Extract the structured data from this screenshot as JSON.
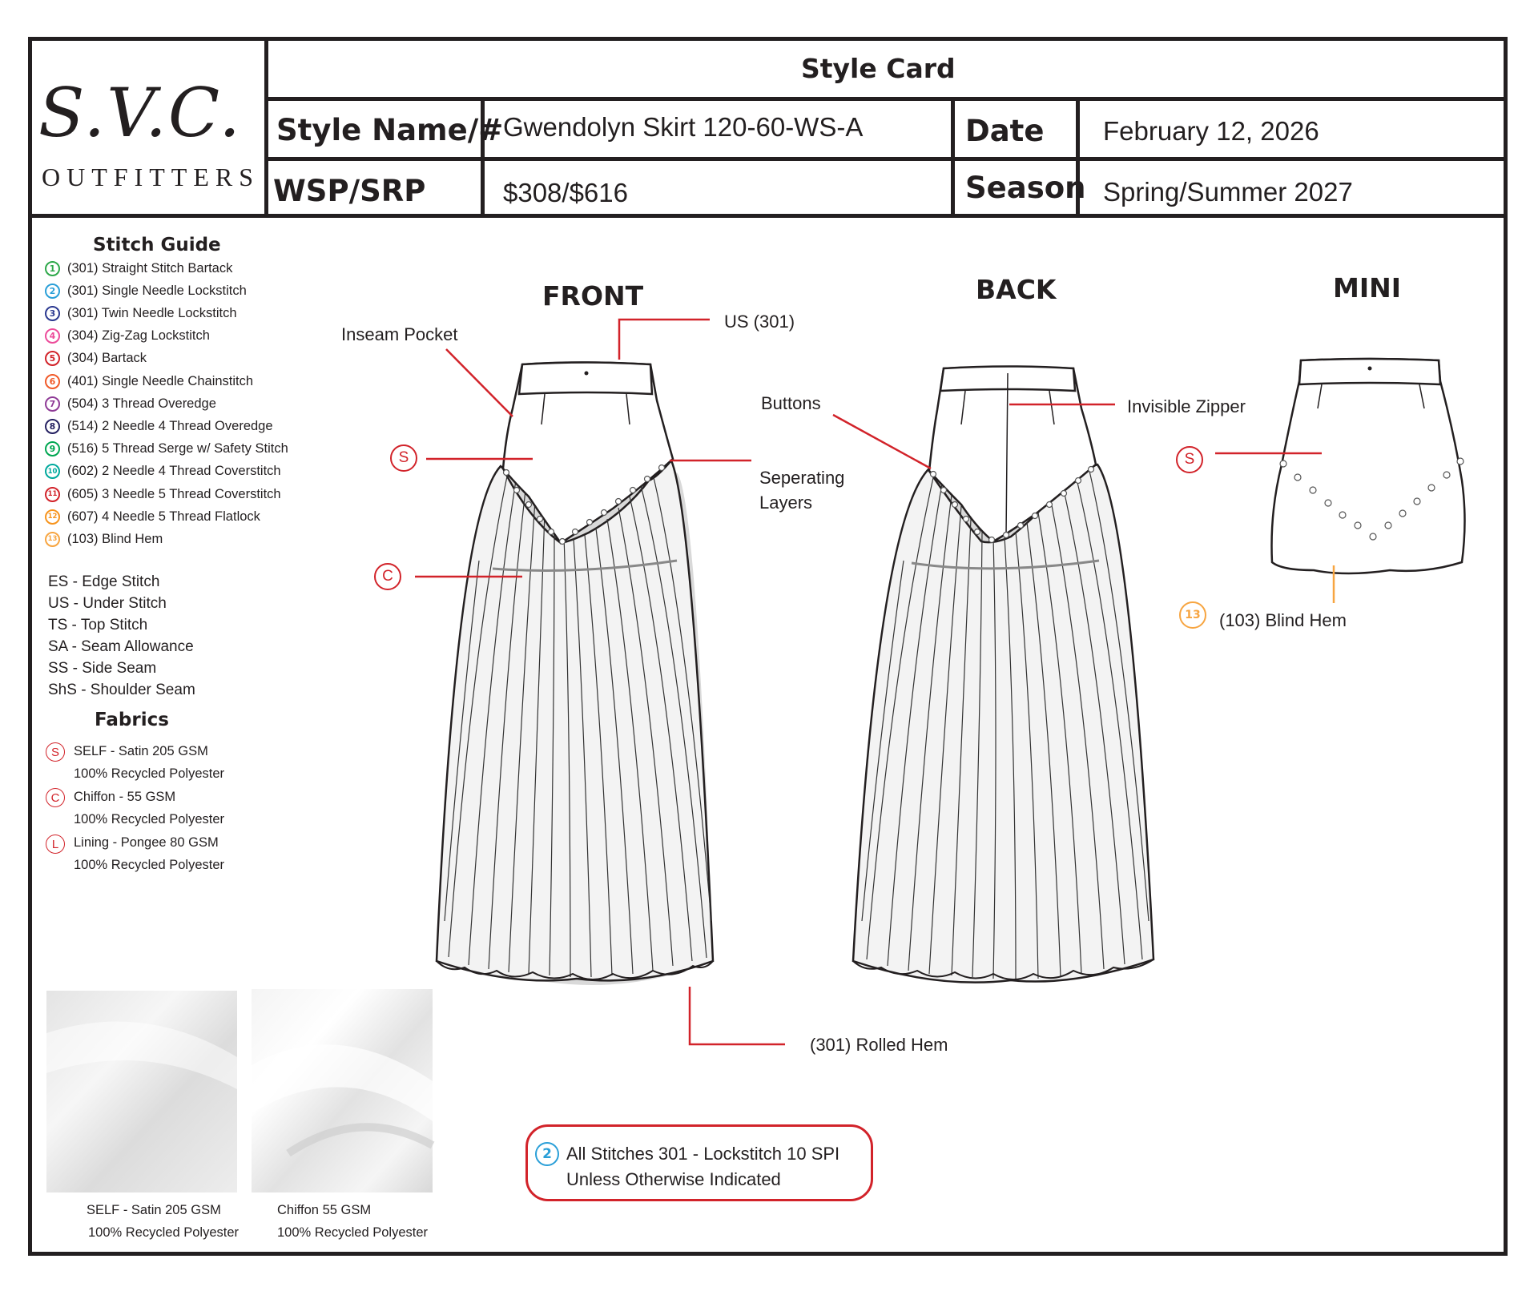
{
  "header": {
    "card_title": "Style Card",
    "logo": {
      "main": "S.V.C.",
      "sub": "OUTFITTERS"
    },
    "fields": {
      "style_name_label": "Style Name/#",
      "style_name_value": "Gwendolyn Skirt 120-60-WS-A",
      "date_label": "Date",
      "date_value": "February 12, 2026",
      "price_label": "WSP/SRP",
      "price_value": "$308/$616",
      "season_label": "Season",
      "season_value": "Spring/Summer 2027"
    }
  },
  "stitch_guide": {
    "title": "Stitch Guide",
    "items": [
      {
        "num": "1",
        "label": "(301) Straight Stitch Bartack",
        "color": "#2ea84a"
      },
      {
        "num": "2",
        "label": "(301) Single Needle Lockstitch",
        "color": "#2a9fd8"
      },
      {
        "num": "3",
        "label": "(301) Twin Needle Lockstitch",
        "color": "#2b3990"
      },
      {
        "num": "4",
        "label": "(304) Zig-Zag Lockstitch",
        "color": "#ec4b9a"
      },
      {
        "num": "5",
        "label": "(304) Bartack",
        "color": "#d2232a"
      },
      {
        "num": "6",
        "label": "(401) Single Needle Chainstitch",
        "color": "#f15a29"
      },
      {
        "num": "7",
        "label": "(504) 3 Thread Overedge",
        "color": "#8e3a96"
      },
      {
        "num": "8",
        "label": "(514) 2 Needle 4 Thread Overedge",
        "color": "#262262"
      },
      {
        "num": "9",
        "label": "(516) 5 Thread Serge w/ Safety Stitch",
        "color": "#00a651"
      },
      {
        "num": "10",
        "label": "(602) 2 Needle 4 Thread Coverstitch",
        "color": "#00a99d"
      },
      {
        "num": "11",
        "label": "(605) 3 Needle 5 Thread Coverstitch",
        "color": "#d2232a"
      },
      {
        "num": "12",
        "label": "(607) 4 Needle 5 Thread Flatlock",
        "color": "#f7941d"
      },
      {
        "num": "13",
        "label": "(103) Blind Hem",
        "color": "#f7a541"
      }
    ]
  },
  "abbreviations": [
    "ES - Edge Stitch",
    "US - Under Stitch",
    "TS - Top Stitch",
    "SA - Seam Allowance",
    "SS - Side Seam",
    "ShS - Shoulder Seam"
  ],
  "fabrics": {
    "title": "Fabrics",
    "items": [
      {
        "letter": "S",
        "name": "SELF - Satin 205 GSM",
        "content": "100% Recycled Polyester"
      },
      {
        "letter": "C",
        "name": "Chiffon - 55 GSM",
        "content": "100% Recycled Polyester"
      },
      {
        "letter": "L",
        "name": "Lining - Pongee 80 GSM",
        "content": "100% Recycled Polyester"
      }
    ]
  },
  "views": {
    "front": "FRONT",
    "back": "BACK",
    "mini": "MINI"
  },
  "callouts": {
    "inseam_pocket": "Inseam Pocket",
    "us_301": "US (301)",
    "front_self_badge": "S",
    "front_chiffon_badge": "C",
    "buttons": "Buttons",
    "separating_1": "Seperating",
    "separating_2": "Layers",
    "invisible_zipper": "Invisible Zipper",
    "rolled_hem": "(301) Rolled Hem",
    "mini_self_badge": "S",
    "mini_blind_hem_num": "13",
    "mini_blind_hem": "(103) Blind Hem"
  },
  "swatches": [
    {
      "name": "SELF - Satin 205 GSM",
      "content": "100% Recycled Polyester"
    },
    {
      "name": "Chiffon 55 GSM",
      "content": "100% Recycled Polyester"
    }
  ],
  "note": {
    "badge": "2",
    "line1": "All Stitches 301 - Lockstitch 10 SPI",
    "line2": "Unless Otherwise Indicated"
  },
  "colors": {
    "accent_red": "#d2232a",
    "line": "#231f20",
    "blind_hem_orange": "#f7a541",
    "lockstitch_blue": "#2a9fd8"
  }
}
